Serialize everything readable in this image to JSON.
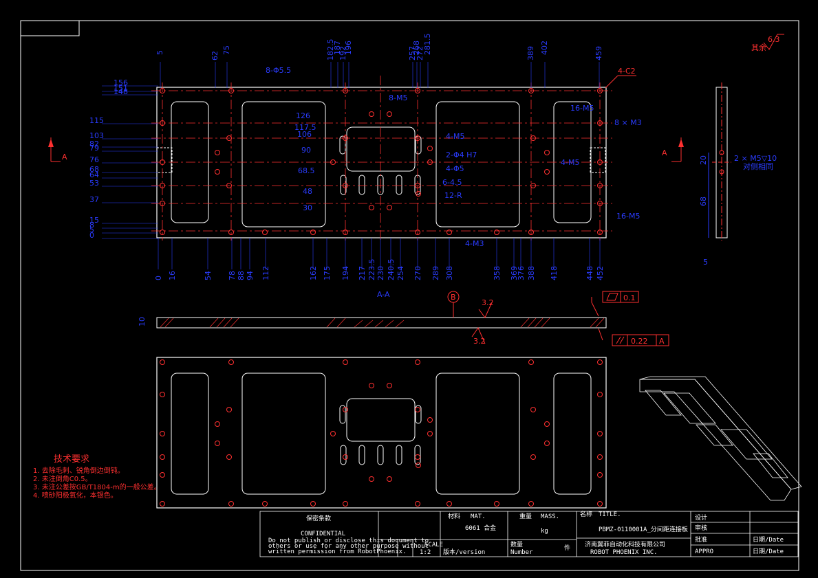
{
  "surface_roughness": {
    "symbol": "6.3",
    "note": "其余"
  },
  "section_marker_left": "A",
  "section_marker_right": "A",
  "section_view_label": "A-A",
  "datum": "B",
  "roughness_section": "3.2",
  "roughness_section_2": "3.2",
  "flatness": {
    "value": "0.1"
  },
  "parallelism": {
    "value": "0.22",
    "datum": "A"
  },
  "chamfer_label": "4-C2",
  "dim_left": [
    "156",
    "148",
    "151",
    "115",
    "103",
    "82",
    "79",
    "76",
    "68",
    "64",
    "53",
    "37",
    "15",
    "8",
    "5",
    "0"
  ],
  "dim_top": [
    "5",
    "62",
    "75",
    "182.5",
    "187",
    "192",
    "196",
    "257",
    "268",
    "272",
    "281.5",
    "389",
    "402",
    "459"
  ],
  "dim_bottom": [
    "0",
    "16",
    "54",
    "78",
    "88",
    "94",
    "112",
    "162",
    "175",
    "194",
    "217",
    "223.5",
    "230",
    "240.5",
    "254",
    "270",
    "289",
    "308",
    "358",
    "369",
    "376",
    "388",
    "418",
    "448",
    "452"
  ],
  "hole_callouts": [
    "8-Φ5.5",
    "8-M5",
    "126",
    "117.5",
    "106",
    "90",
    "68.5",
    "48",
    "30",
    "4-M5",
    "2-Φ4 H7",
    "4-Φ5",
    "6-4.5",
    "12-R",
    "16-M5",
    "8 × M3",
    "4-M5",
    "16-M5",
    "4-M3"
  ],
  "side_view": {
    "callout": "2 × M5▽10",
    "callout2": "对侧相同",
    "dims": [
      "20",
      "68",
      "5"
    ]
  },
  "section_thickness": "10",
  "tech_requirements": {
    "title": "技术要求",
    "items": [
      "1. 去除毛刺、锐角倒边倒钝。",
      "2. 未注倒角C0.5。",
      "3. 未注公差按GB/T1804-m的一般公差。",
      "4. 喷砂阳极氧化，本银色。"
    ]
  },
  "title_block": {
    "confidential_cn": "保密条款",
    "confidential": "CONFIDENTIAL",
    "confidential_text_1": "Do not publish or disclose this document to",
    "confidential_text_2": "others or use for any other purpose without",
    "confidential_text_3": "written permission from RobotPhoenix.",
    "material_label_cn": "材料",
    "material_label": "MAT.",
    "material": "6061 合金",
    "mass_label_cn": "重量",
    "mass_label": "MASS.",
    "mass_unit": "kg",
    "title_label_cn": "名称",
    "title_label": "TITLE.",
    "title": "PBMZ-0110001A_分间距连接板",
    "scale_label": "SCALE",
    "scale": "1:2",
    "version": "版本/version",
    "qty_label_cn": "数量",
    "qty_label": "Number",
    "qty_unit": "件",
    "company_cn": "济南翼菲自动化科技有限公司",
    "company": "ROBOT PHOENIX INC.",
    "designer": "设计",
    "check": "审核",
    "approve": "批准",
    "approve_en": "APPRO",
    "date": "日期/Date"
  }
}
